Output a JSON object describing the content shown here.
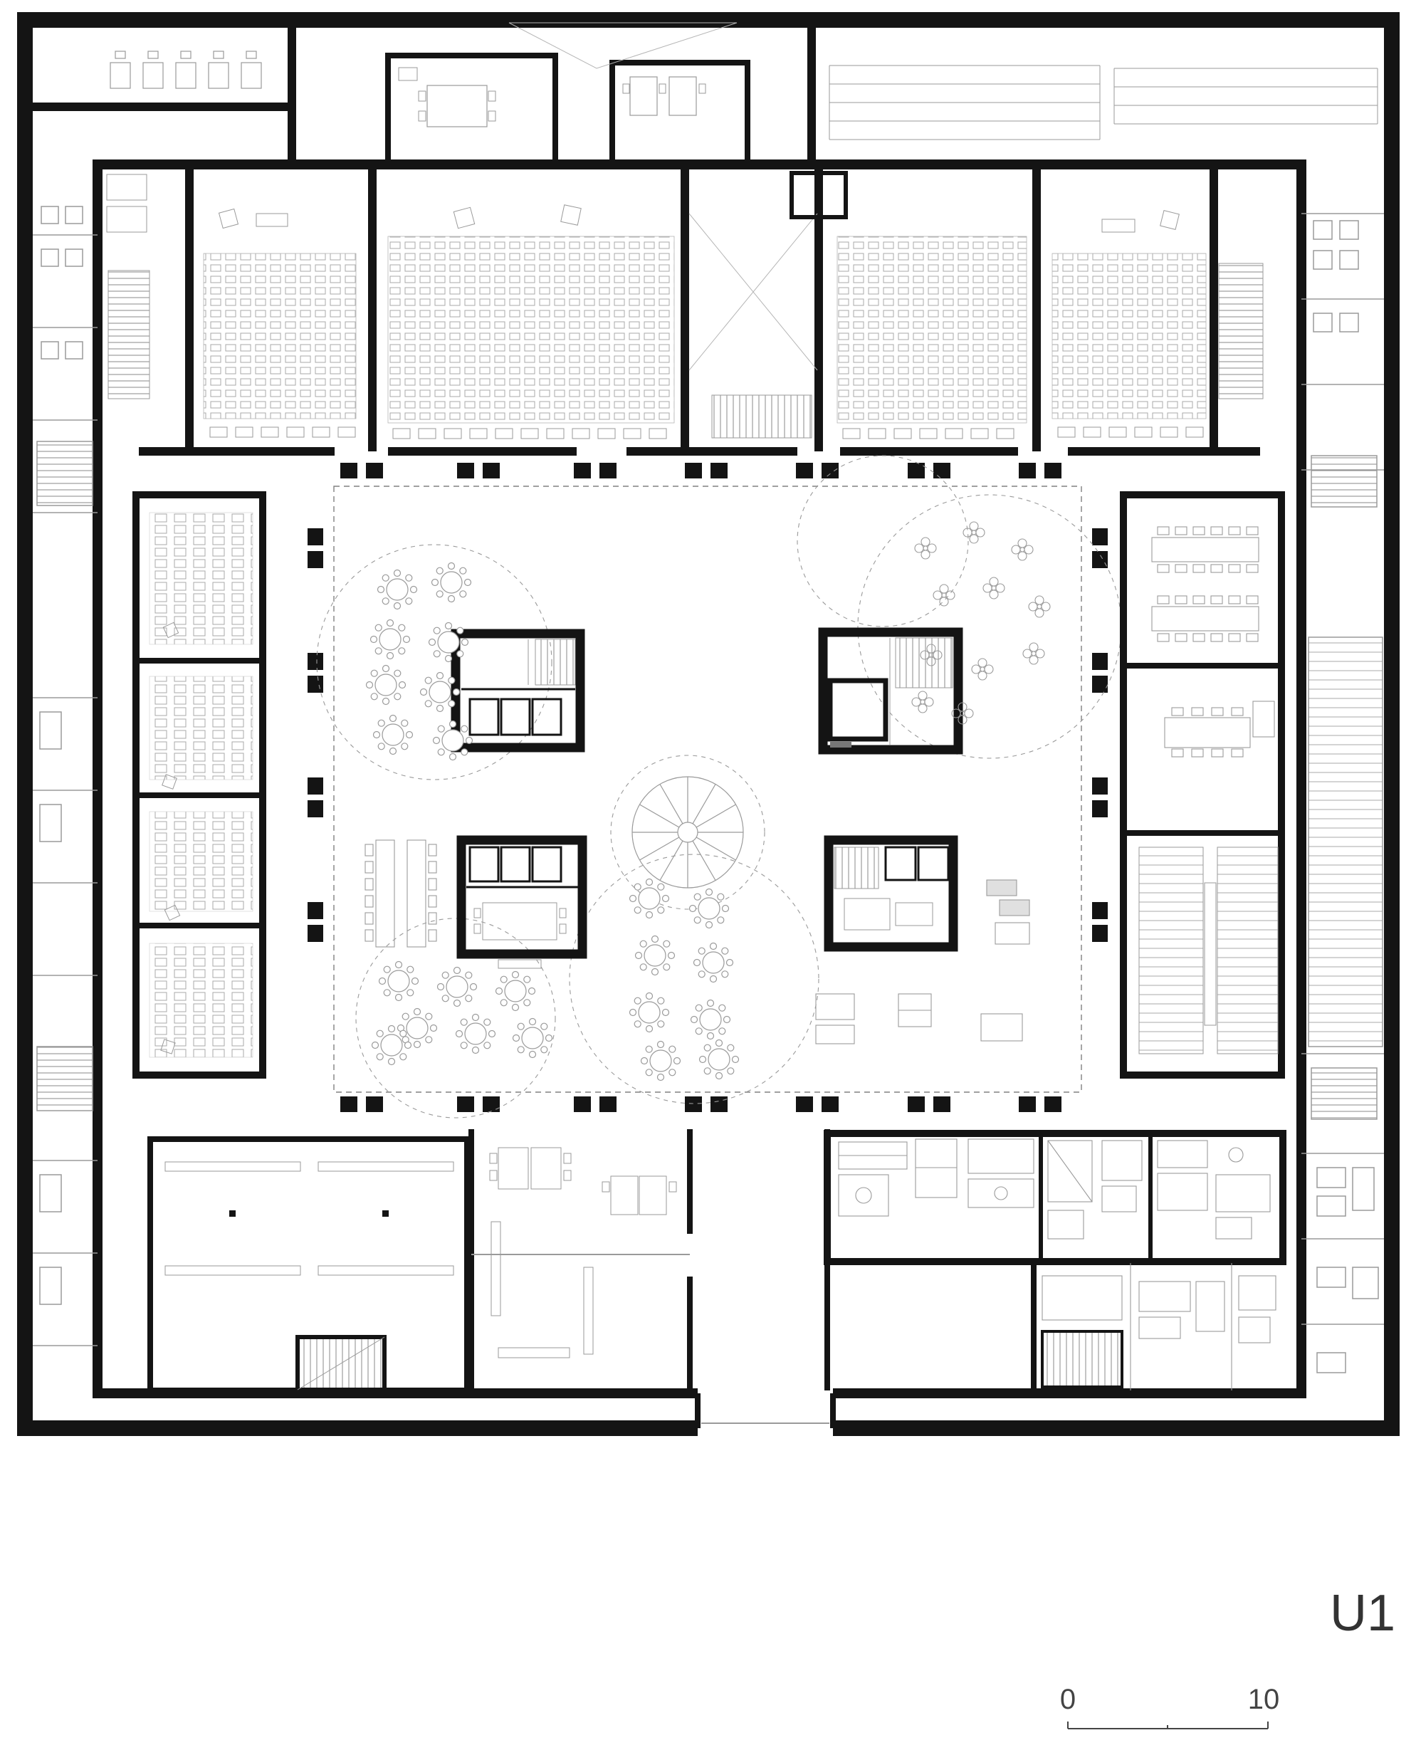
{
  "drawing": {
    "level_label": "U1"
  },
  "scale_bar": {
    "start_label": "0",
    "end_label": "10"
  },
  "colors": {
    "wall": "#141414",
    "thin_line": "#9a9a9a",
    "light_line": "#b5b5b5",
    "dash_line": "#8a8a8a",
    "background": "#ffffff",
    "label_text": "#333333"
  }
}
